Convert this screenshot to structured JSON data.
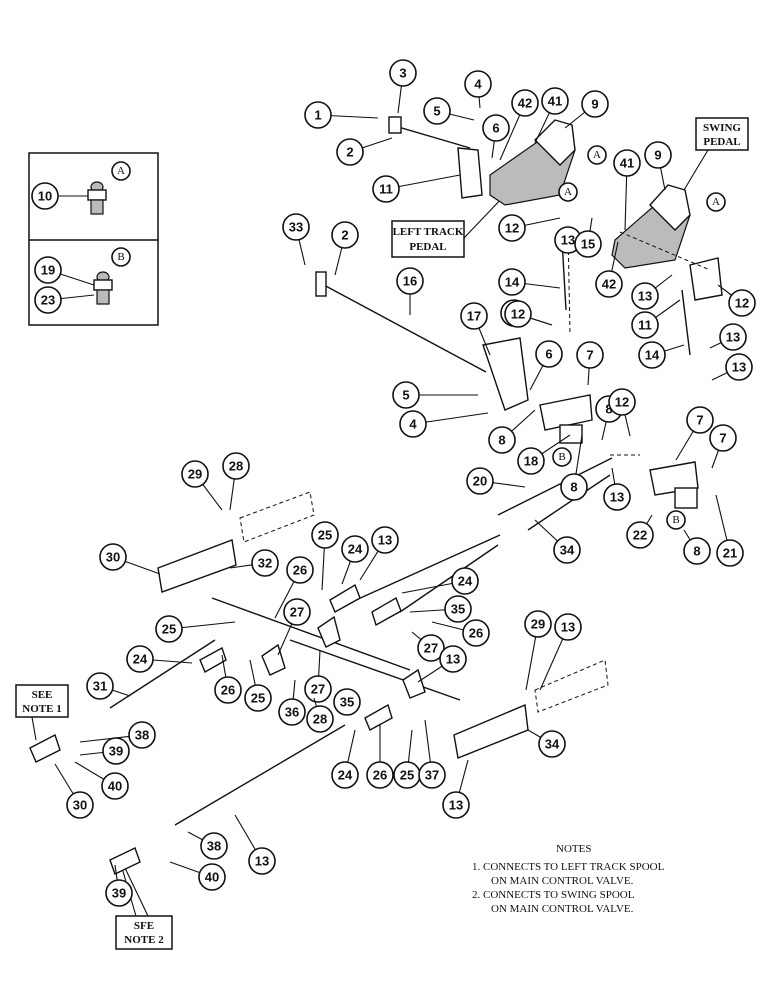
{
  "inset": {
    "detail_a_letter": "A",
    "detail_b_letter": "B",
    "detail_a_parts": [
      "10"
    ],
    "detail_b_parts": [
      "19",
      "23"
    ]
  },
  "labels": {
    "swing_pedal": [
      "SWING",
      "PEDAL"
    ],
    "left_track_pedal": [
      "LEFT TRACK",
      "PEDAL"
    ],
    "see_note_1": [
      "SEE",
      "NOTE 1"
    ],
    "see_note_2": [
      "SFE",
      "NOTE 2"
    ]
  },
  "notes": {
    "title": "NOTES",
    "lines": [
      "1.  CONNECTS TO LEFT TRACK SPOOL",
      "ON MAIN CONTROL VALVE.",
      "2.  CONNECTS TO SWING SPOOL",
      "ON MAIN CONTROL VALVE."
    ]
  },
  "callouts": [
    "1",
    "2",
    "3",
    "4",
    "5",
    "6",
    "42",
    "41",
    "9",
    "11",
    "9",
    "41",
    "2",
    "33",
    "12",
    "13",
    "15",
    "42",
    "14",
    "16",
    "17",
    "12",
    "13",
    "12",
    "11",
    "13",
    "14",
    "13",
    "12",
    "6",
    "5",
    "7",
    "4",
    "8",
    "8",
    "18",
    "7",
    "12",
    "7",
    "20",
    "13",
    "29",
    "28",
    "8",
    "22",
    "8",
    "21",
    "34",
    "30",
    "32",
    "26",
    "25",
    "24",
    "13",
    "24",
    "35",
    "25",
    "26",
    "27",
    "27",
    "13",
    "24",
    "26",
    "25",
    "31",
    "27",
    "35",
    "36",
    "28",
    "29",
    "13",
    "38",
    "39",
    "40",
    "30",
    "34",
    "13",
    "24",
    "26",
    "25",
    "37",
    "13",
    "38",
    "39",
    "40"
  ],
  "detail_letters": [
    "A",
    "A",
    "A",
    "B",
    "B"
  ]
}
